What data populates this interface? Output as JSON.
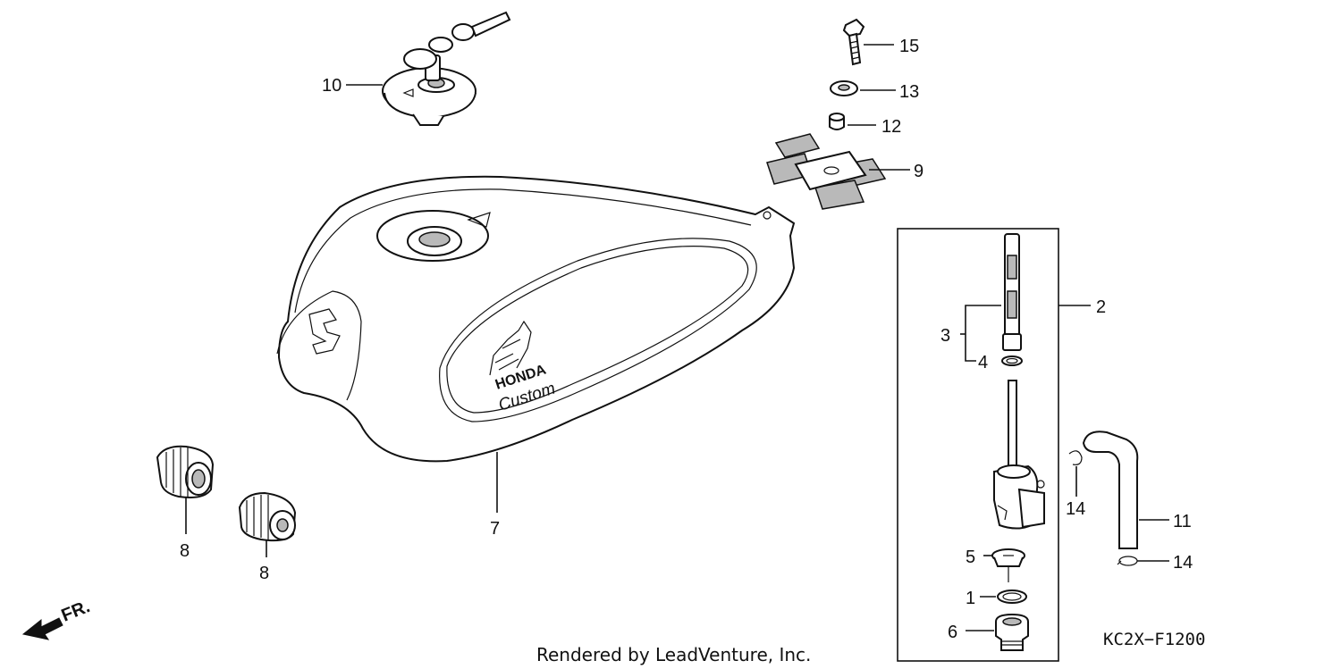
{
  "diagram": {
    "diagram_code": "KC2X−F1200",
    "credit": "Rendered by LeadVenture, Inc.",
    "front_indicator": "FR.",
    "brand_on_tank": "HONDA",
    "script_on_tank": "Custom"
  },
  "callouts": [
    {
      "id": "c10",
      "number": "10"
    },
    {
      "id": "c15",
      "number": "15"
    },
    {
      "id": "c13",
      "number": "13"
    },
    {
      "id": "c12",
      "number": "12"
    },
    {
      "id": "c9",
      "number": "9"
    },
    {
      "id": "c2",
      "number": "2"
    },
    {
      "id": "c3",
      "number": "3"
    },
    {
      "id": "c4",
      "number": "4"
    },
    {
      "id": "c7",
      "number": "7"
    },
    {
      "id": "c8a",
      "number": "8"
    },
    {
      "id": "c8b",
      "number": "8"
    },
    {
      "id": "c14a",
      "number": "14"
    },
    {
      "id": "c11",
      "number": "11"
    },
    {
      "id": "c14b",
      "number": "14"
    },
    {
      "id": "c5",
      "number": "5"
    },
    {
      "id": "c1",
      "number": "1"
    },
    {
      "id": "c6",
      "number": "6"
    }
  ]
}
